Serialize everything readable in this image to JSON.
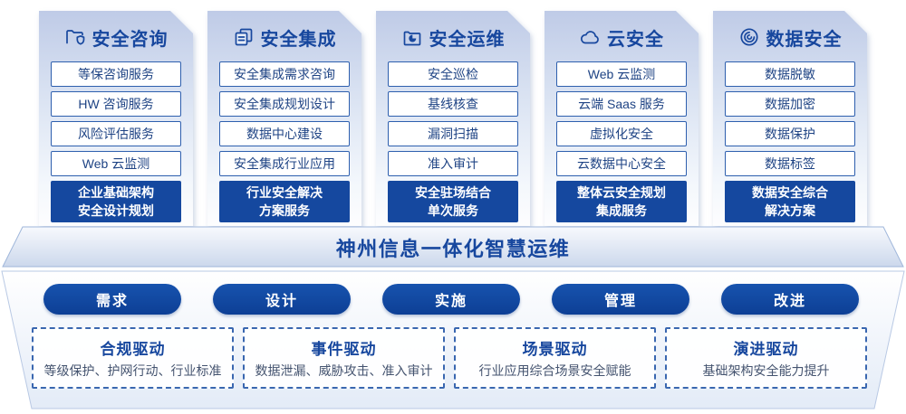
{
  "colors": {
    "primary_blue": "#15489F",
    "title_blue": "#17479E",
    "item_border": "#2E5FAE",
    "item_text": "#1E4384",
    "driver_desc_text": "#44536F",
    "card_gradient_top": "#BFCBE7",
    "card_gradient_bottom": "#FDFDFE"
  },
  "columns": [
    {
      "icon": "folder-shield-icon",
      "title": "安全咨询",
      "items": [
        "等保咨询服务",
        "HW 咨询服务",
        "风险评估服务",
        "Web 云监测"
      ],
      "highlight_line1": "企业基础架构",
      "highlight_line2": "安全设计规划"
    },
    {
      "icon": "copy-documents-icon",
      "title": "安全集成",
      "items": [
        "安全集成需求咨询",
        "安全集成规划设计",
        "数据中心建设",
        "安全集成行业应用"
      ],
      "highlight_line1": "行业安全解决",
      "highlight_line2": "方案服务"
    },
    {
      "icon": "folder-clock-icon",
      "title": "安全运维",
      "items": [
        "安全巡检",
        "基线核查",
        "漏洞扫描",
        "准入审计"
      ],
      "highlight_line1": "安全驻场结合",
      "highlight_line2": "单次服务"
    },
    {
      "icon": "cloud-icon",
      "title": "云安全",
      "items": [
        "Web 云监测",
        "云端 Saas 服务",
        "虚拟化安全",
        "云数据中心安全"
      ],
      "highlight_line1": "整体云安全规划",
      "highlight_line2": "集成服务"
    },
    {
      "icon": "fingerprint-icon",
      "title": "数据安全",
      "items": [
        "数据脱敏",
        "数据加密",
        "数据保护",
        "数据标签"
      ],
      "highlight_line1": "数据安全综合",
      "highlight_line2": "解决方案"
    }
  ],
  "banner": {
    "title": "神州信息一体化智慧运维"
  },
  "process_pills": [
    "需求",
    "设计",
    "实施",
    "管理",
    "改进"
  ],
  "drivers": [
    {
      "title": "合规驱动",
      "desc": "等级保护、护网行动、行业标准"
    },
    {
      "title": "事件驱动",
      "desc": "数据泄漏、威胁攻击、准入审计"
    },
    {
      "title": "场景驱动",
      "desc": "行业应用综合场景安全赋能"
    },
    {
      "title": "演进驱动",
      "desc": "基础架构安全能力提升"
    }
  ]
}
